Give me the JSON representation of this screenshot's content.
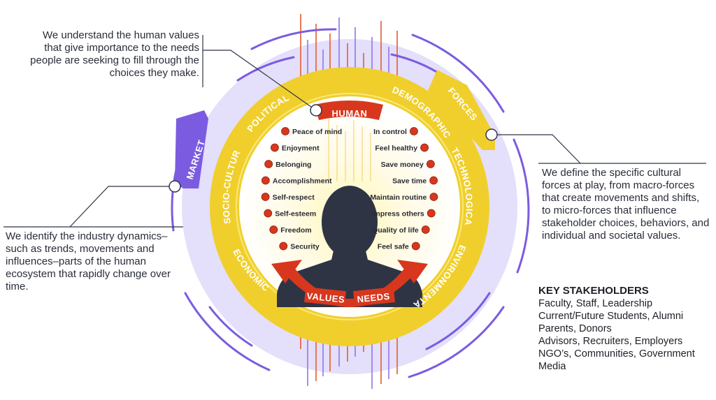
{
  "callouts": {
    "human": "We understand the human values that give importance to the needs people are seeking to fill through the choices they make.",
    "forces": "We define the specific cultural forces at play, from macro-forces that create movements and shifts, to micro-forces that influence stakeholder choices, behaviors, and individual and societal values.",
    "market": "We identify the industry dynamics–such as trends, movements and influences–parts of the human ecosystem that rapidly change over time."
  },
  "badges": {
    "human": "HUMAN",
    "forces": "FORCES",
    "market": "MARKET",
    "values": "VALUES",
    "needs": "NEEDS"
  },
  "forces_ring": {
    "political": "POLITICAL",
    "demographic": "DEMOGRAPHIC",
    "technological": "TECHNOLOGICAL",
    "environmental": "ENVIRONMENTAL",
    "economic": "ECONOMIC",
    "socio_cultural": "SOCIO-CULTURAL"
  },
  "values_list": [
    "Peace of mind",
    "Enjoyment",
    "Belonging",
    "Accomplishment",
    "Self-respect",
    "Self-esteem",
    "Freedom",
    "Security"
  ],
  "needs_list": [
    "In control",
    "Feel healthy",
    "Save money",
    "Save time",
    "Maintain routine",
    "Impress others",
    "Quality of life",
    "Feel safe"
  ],
  "stakeholders": {
    "title": "KEY STAKEHOLDERS",
    "lines": [
      "Faculty, Staff, Leadership",
      "Current/Future Students, Alumni",
      "Parents, Donors",
      "Advisors, Recruiters, Employers",
      "NGO’s, Communities, Government",
      "Media"
    ]
  },
  "colors": {
    "purple": "#7b5ce0",
    "lavender": "#d9d3f6",
    "yellow": "#f0cf2c",
    "red": "#d8371e",
    "dark": "#2e3444"
  }
}
